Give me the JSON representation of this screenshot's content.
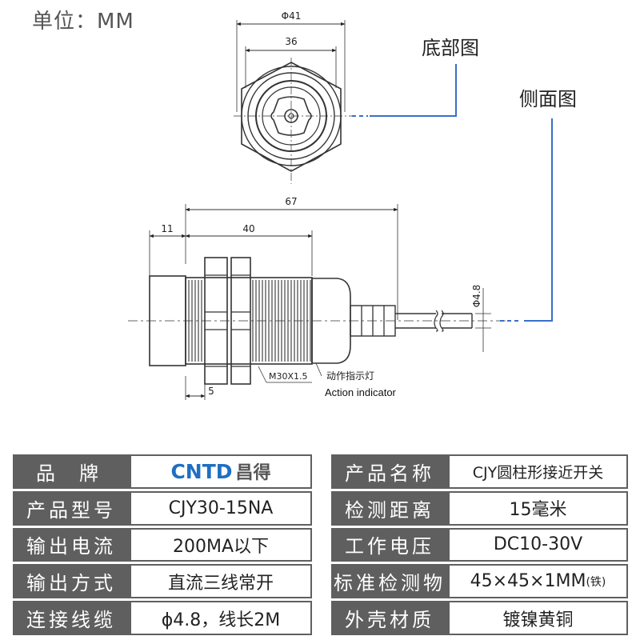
{
  "header": {
    "unit": "单位：MM"
  },
  "views": {
    "bottom": "底部图",
    "side": "侧面图"
  },
  "dims": {
    "outer_diameter": "Φ41",
    "inner_width": "36",
    "total_length": "67",
    "head_length": "11",
    "thread_length": "40",
    "nut_width": "5",
    "cable_diameter": "Φ4.8",
    "thread_spec": "M30X1.5",
    "indicator_cn": "动作指示灯",
    "indicator_en": "Action indicator"
  },
  "colors": {
    "leader": "#3a6fc8",
    "table_key": "#5f5f5f",
    "brand": "#1f6fc1"
  },
  "specs": [
    {
      "key": "品牌",
      "value_logo": "CNTD",
      "value_cn": "昌得",
      "key2": "产品名称",
      "value2": "CJY圆柱形接近开关"
    },
    {
      "key": "产品型号",
      "value": "CJY30-15NA",
      "key2": "检测距离",
      "value2": "15毫米"
    },
    {
      "key": "输出电流",
      "value": "200MA以下",
      "key2": "工作电压",
      "value2": "DC10-30V"
    },
    {
      "key": "输出方式",
      "value": "直流三线常开",
      "key2": "标准检测物",
      "value2_main": "45×45×1MM",
      "value2_small": "(铁)"
    },
    {
      "key": "连接线缆",
      "value": "ϕ4.8，线长2M",
      "key2": "外壳材质",
      "value2": "镀镍黄铜"
    }
  ]
}
